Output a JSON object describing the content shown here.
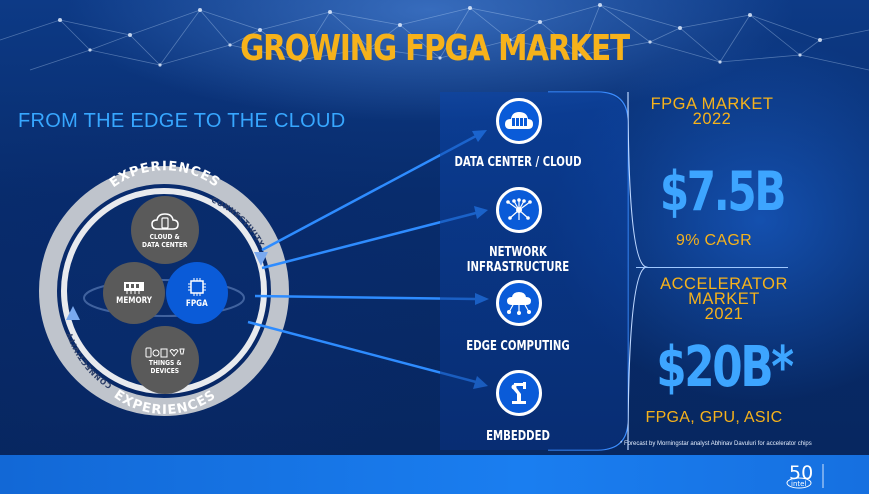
{
  "title": "GROWING FPGA MARKET",
  "subtitle": "FROM THE EDGE TO THE CLOUD",
  "cycle": {
    "top_arc": "EXPERIENCES",
    "bottom_arc": "EXPERIENCES",
    "right_arc": "CONNECTIVITY",
    "left_arc": "CONNECTIVITY",
    "nodes": {
      "cloud": "CLOUD &",
      "cloud_line2": "DATA CENTER",
      "memory": "MEMORY",
      "fpga": "FPGA",
      "things": "THINGS &",
      "things_line2": "DEVICES"
    }
  },
  "segments": [
    {
      "label": "DATA CENTER / CLOUD",
      "icon": "server-cloud-icon"
    },
    {
      "label": "NETWORK INFRASTRUCTURE",
      "icon": "network-hub-icon"
    },
    {
      "label": "EDGE COMPUTING",
      "icon": "edge-cloud-icon"
    },
    {
      "label": "EMBEDDED",
      "icon": "robot-arm-icon"
    }
  ],
  "fpga_market": {
    "heading_1": "FPGA  MARKET",
    "heading_2": "2022",
    "value": "$7.5B",
    "sub": "9% CAGR"
  },
  "accelerator_market": {
    "heading_1": "ACCELERATOR",
    "heading_2": "MARKET",
    "heading_3": "2021",
    "value": "$20B*",
    "sub": "FPGA, GPU, ASIC"
  },
  "footnote": "* Forecast by Morningstar analyst Abhinav Davuluri for accelerator chips",
  "logo": {
    "number": "50",
    "brand": "intel"
  },
  "colors": {
    "accent_gold": "#f6b21b",
    "accent_blue": "#3da5ff",
    "node_blue": "#0a5bd8",
    "node_gray": "#5a5a5a"
  }
}
